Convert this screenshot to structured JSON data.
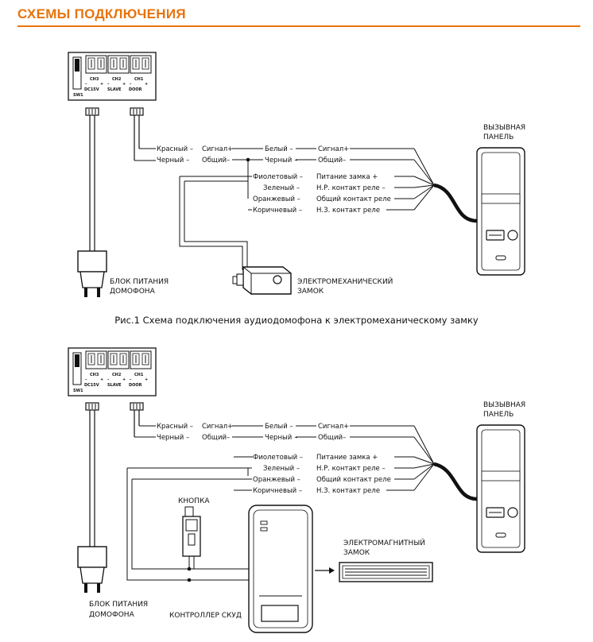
{
  "header": {
    "title": "СХЕМЫ ПОДКЛЮЧЕНИЯ",
    "accent_color": "#e8730c"
  },
  "monitor_block": {
    "sw_label": "SW1",
    "ch_labels": [
      "CH3",
      "CH2",
      "CH1"
    ],
    "port_labels": [
      "DC15V",
      "SLAVE",
      "DOOR"
    ],
    "polarity": {
      "minus": "–",
      "plus": "+"
    }
  },
  "power_supply": {
    "line1": "БЛОК ПИТАНИЯ",
    "line2": "ДОМОФОНА"
  },
  "call_panel": {
    "line1": "ВЫЗЫВНАЯ",
    "line2": "ПАНЕЛЬ"
  },
  "wires": {
    "red": "Красный –",
    "black": "Черный –",
    "signal_plus": "Сигнал+",
    "common": "Общий–",
    "white": "Белый –",
    "black2": "Черный –",
    "panel_signal": "Сигнал+",
    "panel_common": "Общий–"
  },
  "lock_wires": {
    "violet": "Фиолетовый –",
    "lock_power": "Питание замка +",
    "green": "Зеленый –",
    "no_contact": "Н.Р. контакт реле –",
    "orange": "Оранжевый –",
    "common_contact": "Общий контакт реле",
    "brown": "Коричневый –",
    "nc_contact": "Н.З. контакт реле"
  },
  "diagram1": {
    "lock_line1": "ЭЛЕКТРОМЕХАНИЧЕСКИЙ",
    "lock_line2": "ЗАМОК",
    "caption": "Рис.1 Схема подключения аудиодомофона к электромеханическому замку"
  },
  "diagram2": {
    "button": "КНОПКА",
    "maglock_line1": "ЭЛЕКТРОМАГНИТНЫЙ",
    "maglock_line2": "ЗАМОК",
    "controller": "КОНТРОЛЛЕР СКУД"
  }
}
